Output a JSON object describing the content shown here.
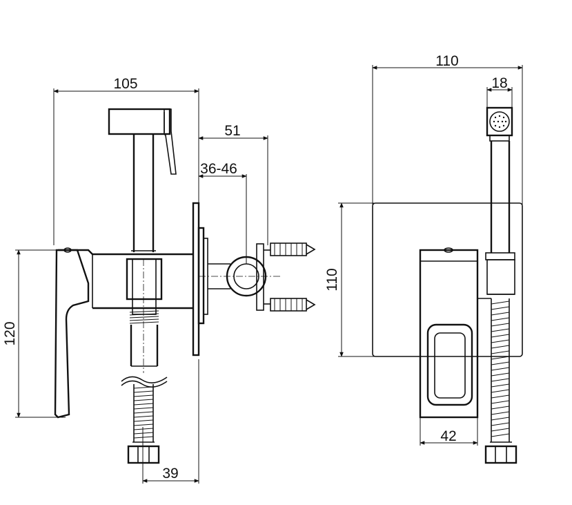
{
  "side_view": {
    "width_total": "105",
    "height_total": "120",
    "wall_offset": "51",
    "wall_range": "36-46",
    "hose_offset": "39"
  },
  "front_view": {
    "width_total": "110",
    "sprayer_width": "18",
    "plate_height": "110",
    "valve_width": "42"
  }
}
